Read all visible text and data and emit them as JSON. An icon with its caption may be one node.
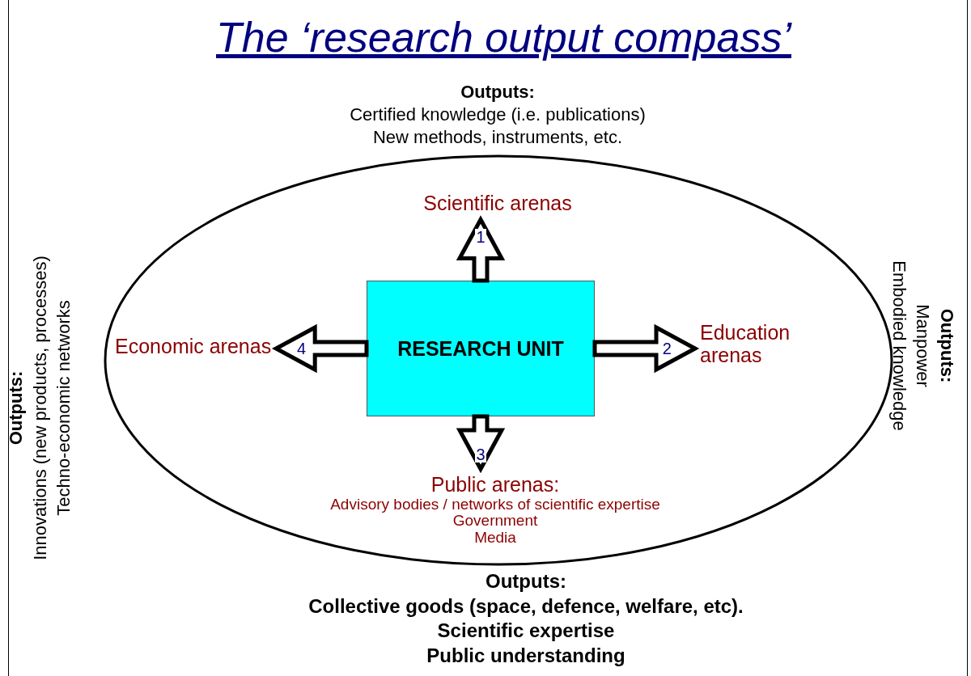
{
  "diagram": {
    "title": "The ‘research output compass’",
    "nodes": [
      {
        "text": [],
        "shape": "ellipse"
      },
      {
        "text": [
          "RESEARCH UNIT"
        ],
        "in": 0
      },
      {
        "text": [
          "Scientific arenas"
        ],
        "in": 0
      },
      {
        "text": [
          "Education arenas"
        ],
        "in": 0
      },
      {
        "text": [
          "Public arenas:",
          "Advisory bodies / networks of scientific expertise",
          "Government",
          "Media"
        ],
        "in": 0
      },
      {
        "text": [
          "Economic arenas"
        ],
        "in": 0
      }
    ],
    "edges": [
      {
        "from": 1,
        "to": 2,
        "arrow": "to",
        "label": "1"
      },
      {
        "from": 1,
        "to": 3,
        "arrow": "to",
        "label": "2"
      },
      {
        "from": 1,
        "to": 4,
        "arrow": "to",
        "label": "3"
      },
      {
        "from": 1,
        "to": 5,
        "arrow": "to",
        "label": "4"
      }
    ],
    "labels": [
      "Outputs:",
      "Certified knowledge (i.e. publications)",
      "New methods, instruments, etc.",
      "**Outputs**:",
      "Innovations (new products, processes)",
      "Techno-economic networks",
      "**Outputs**:",
      "Manpower",
      "Embodied knowledge",
      "Outputs:",
      "Collective goods (space, defence, welfare, etc).",
      "Scientific expertise",
      "Public understanding"
    ]
  }
}
